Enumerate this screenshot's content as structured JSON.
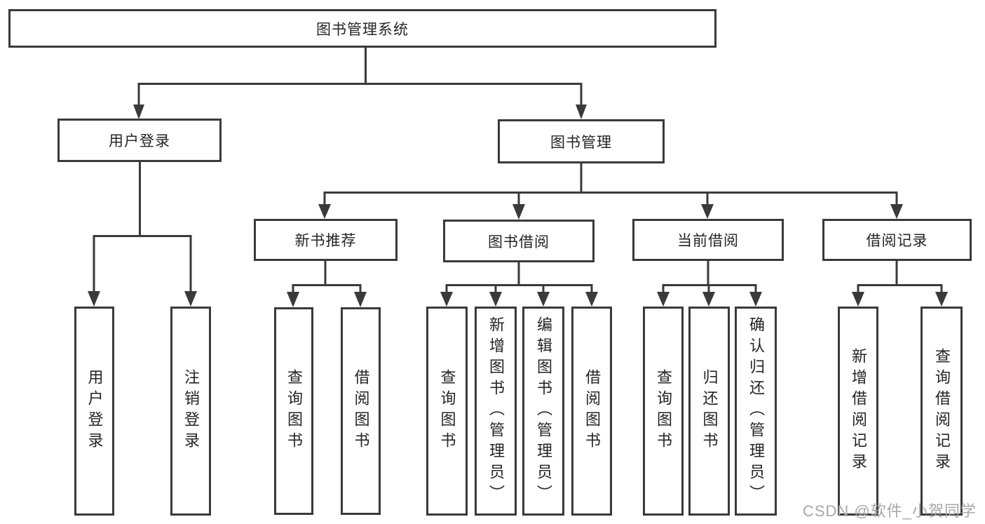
{
  "diagram": {
    "root": {
      "label": "图书管理系统"
    },
    "branches": {
      "user_login": {
        "label": "用户登录",
        "children": {
          "login": "用户登录",
          "logout": "注销登录"
        }
      },
      "book_mgmt": {
        "label": "图书管理",
        "groups": {
          "new_book_rec": {
            "label": "新书推荐",
            "children": {
              "query_books": "查询图书",
              "borrow_books": "借阅图书"
            }
          },
          "book_borrow": {
            "label": "图书借阅",
            "children": {
              "query_books": "查询图书",
              "add_books": "新增图书（管理员）",
              "edit_books": "编辑图书（管理员）",
              "borrow_books": "借阅图书"
            }
          },
          "current_borrow": {
            "label": "当前借阅",
            "children": {
              "query_books": "查询图书",
              "return_books": "归还图书",
              "confirm_return": "确认归还（管理员）"
            }
          },
          "borrow_records": {
            "label": "借阅记录",
            "children": {
              "add_record": "新增借阅记录",
              "query_record": "查询借阅记录"
            }
          }
        }
      }
    },
    "watermark": "CSDN @软件_小贺同学",
    "colors": {
      "line": "#3a3a3a",
      "text": "#242424",
      "watermark": "#a8a8a8",
      "background": "#ffffff"
    }
  }
}
